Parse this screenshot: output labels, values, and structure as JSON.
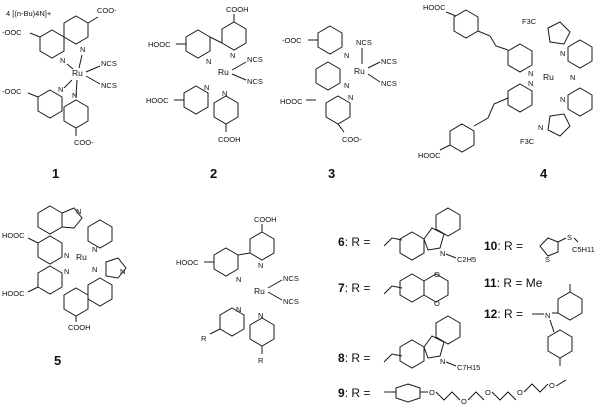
{
  "figure": {
    "complexes": [
      {
        "id": "1",
        "counterion": "4 [(n-Bu)4N]+",
        "metal": "Ru",
        "groups": [
          "COO-",
          "-OOC",
          "-OOC",
          "COO-",
          "NCS",
          "NCS",
          "N",
          "N",
          "N",
          "N"
        ]
      },
      {
        "id": "2",
        "metal": "Ru",
        "groups": [
          "COOH",
          "HOOC",
          "HOOC",
          "COOH",
          "NCS",
          "NCS",
          "N",
          "N",
          "N",
          "N"
        ]
      },
      {
        "id": "3",
        "metal": "Ru",
        "groups": [
          "-OOC",
          "HOOC",
          "COO-",
          "NCS",
          "NCS",
          "NCS",
          "N",
          "N",
          "N"
        ]
      },
      {
        "id": "4",
        "metal": "Ru",
        "groups": [
          "HOOC",
          "HOOC",
          "F3C",
          "F3C",
          "N",
          "N",
          "N",
          "N",
          "N",
          "N"
        ]
      },
      {
        "id": "5",
        "metal": "Ru",
        "groups": [
          "HOOC",
          "HOOC",
          "COOH",
          "N",
          "N",
          "N",
          "N",
          "N",
          "N"
        ]
      }
    ],
    "generic": {
      "metal": "Ru",
      "r_label": "R",
      "groups": [
        "COOH",
        "HOOC",
        "NCS",
        "NCS",
        "N",
        "N",
        "N",
        "N",
        "R",
        "R"
      ]
    },
    "r_variants": [
      {
        "id": "6",
        "eq": ": R =",
        "groups": [
          "N",
          "C2H5"
        ]
      },
      {
        "id": "7",
        "eq": ": R =",
        "groups": [
          "O",
          "O"
        ]
      },
      {
        "id": "8",
        "eq": ": R =",
        "groups": [
          "N",
          "C7H15"
        ]
      },
      {
        "id": "9",
        "eq": ": R =",
        "groups": [
          "O",
          "O",
          "O",
          "O",
          "O"
        ]
      },
      {
        "id": "10",
        "eq": ": R =",
        "groups": [
          "S",
          "S",
          "C5H11"
        ]
      },
      {
        "id": "11",
        "eq": ": R = Me",
        "groups": []
      },
      {
        "id": "12",
        "eq": ": R =",
        "groups": [
          "N"
        ]
      }
    ]
  }
}
